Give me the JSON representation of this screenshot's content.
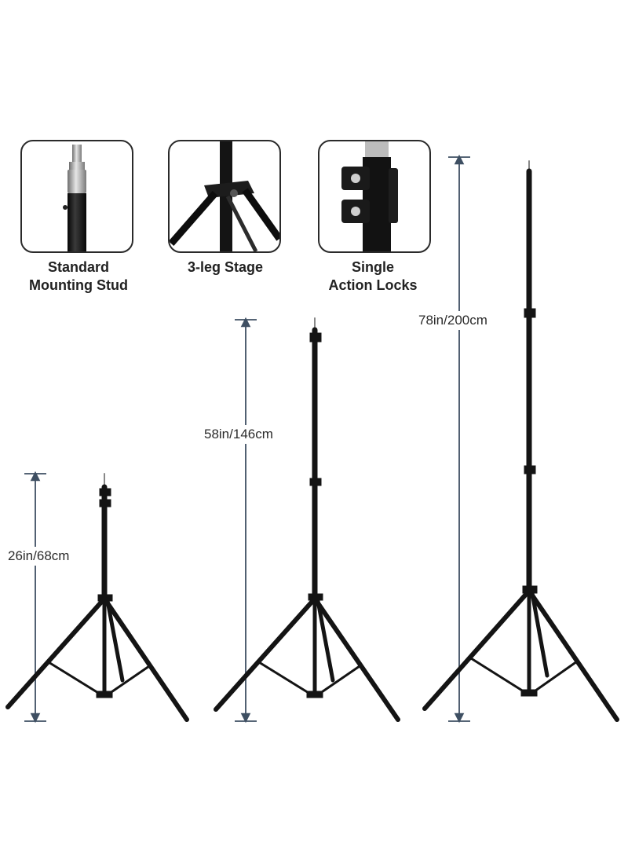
{
  "features": [
    {
      "icon": "mounting-stud-icon",
      "line1": "Standard",
      "line2": "Mounting Stud"
    },
    {
      "icon": "tripod-leg-stage-icon",
      "line1": "3-leg Stage",
      "line2": ""
    },
    {
      "icon": "action-lock-icon",
      "line1": "Single",
      "line2": "Action Locks"
    }
  ],
  "heights": {
    "small": "26in/68cm",
    "medium": "58in/146cm",
    "large": "78in/200cm"
  },
  "colors": {
    "dimension_line": "#3e4f62",
    "stand": "#141414",
    "border": "#2a2a2a"
  }
}
